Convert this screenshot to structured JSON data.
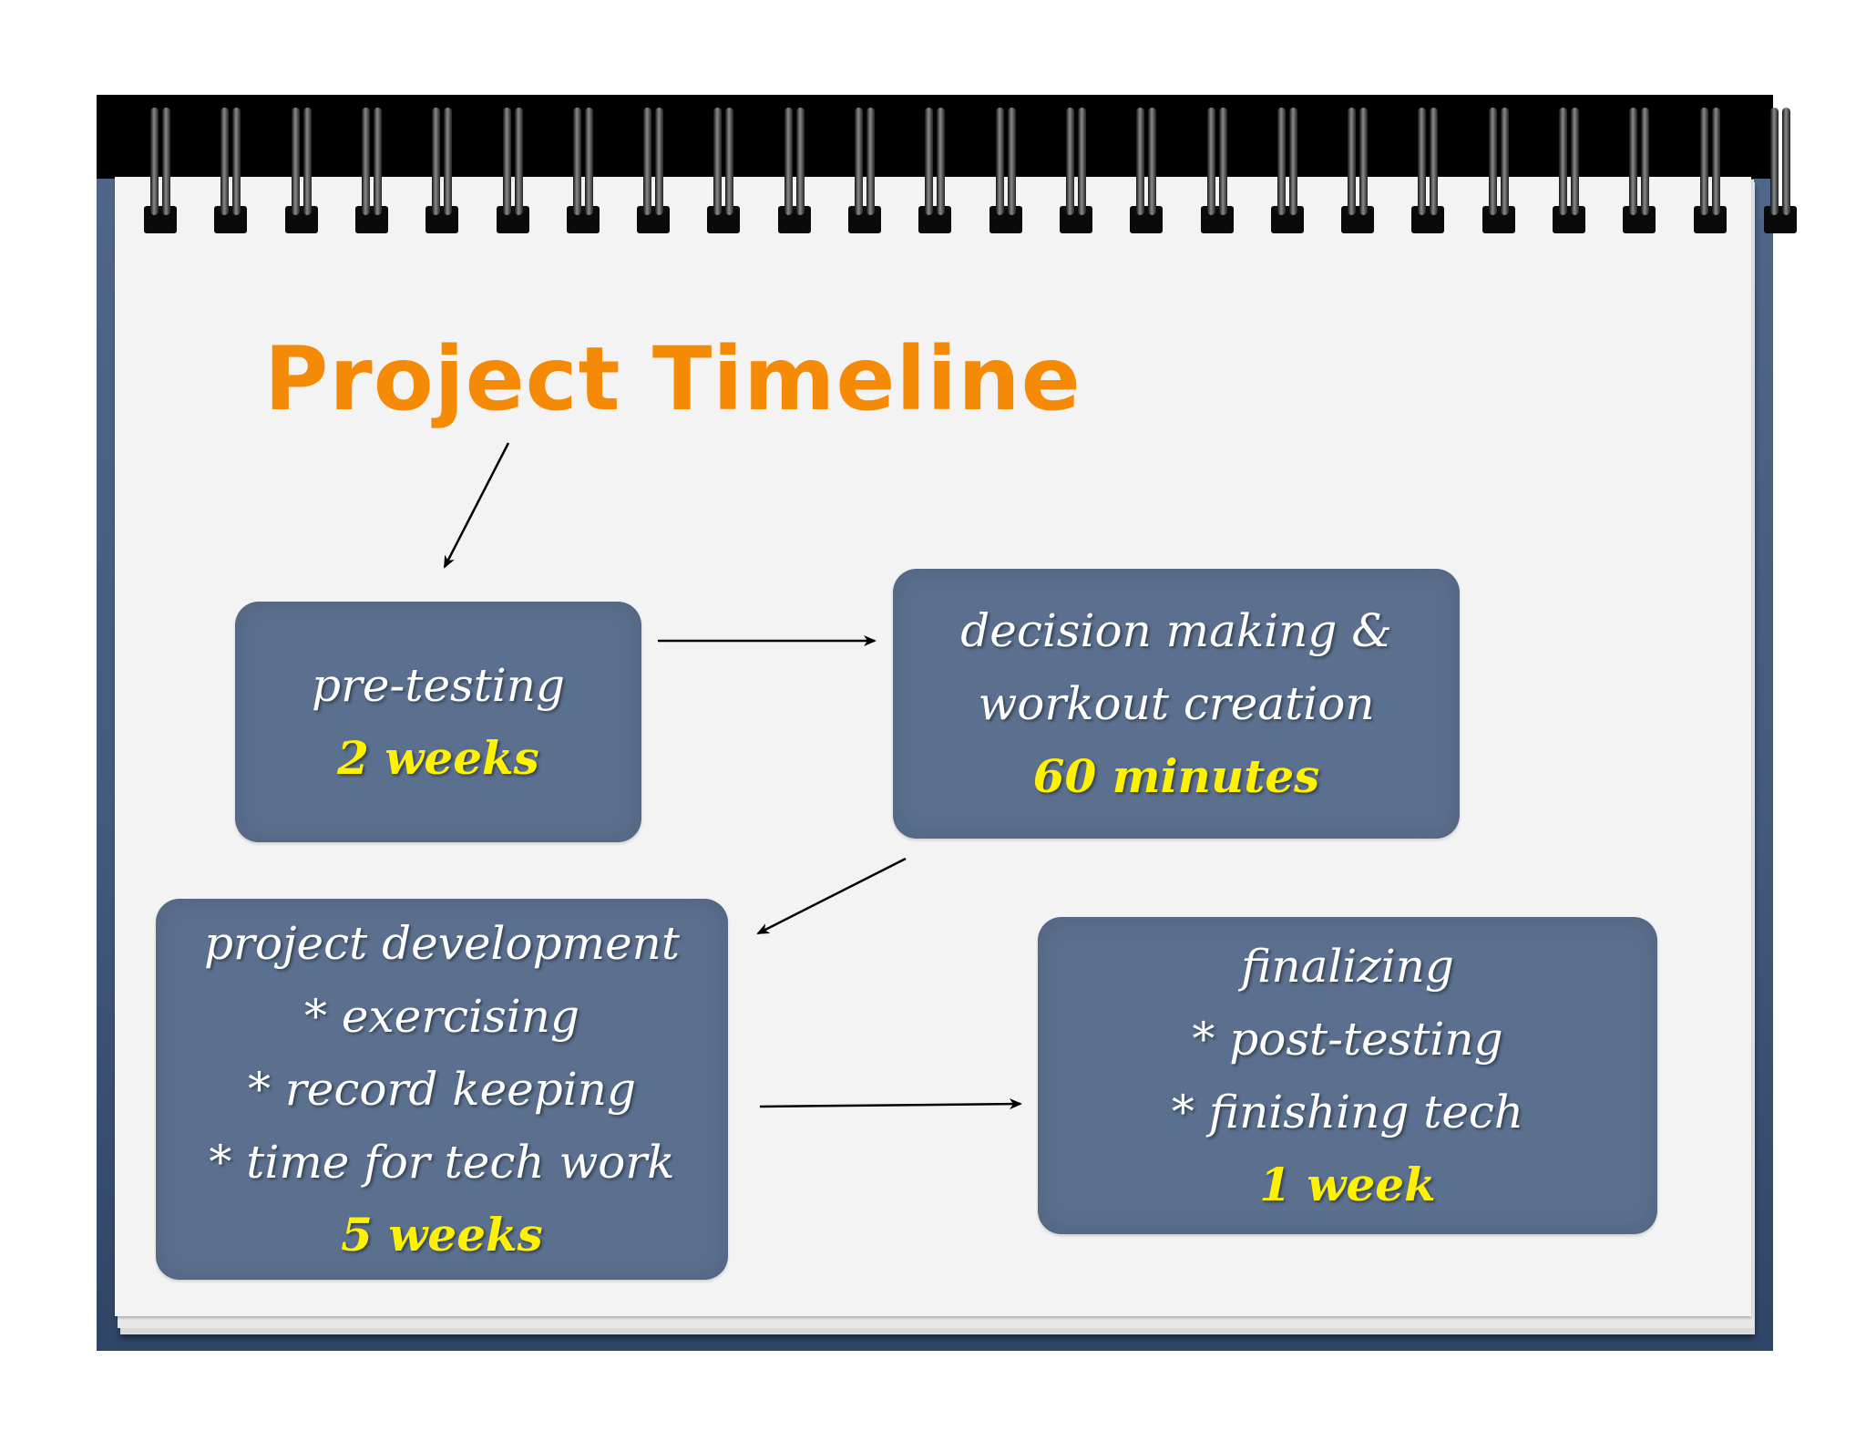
{
  "title": "Project Timeline",
  "steps": [
    {
      "id": "pre-testing",
      "lines": [
        "pre-testing"
      ],
      "duration": "2 weeks"
    },
    {
      "id": "decision",
      "lines": [
        "decision making &",
        "workout creation"
      ],
      "duration": "60 minutes"
    },
    {
      "id": "development",
      "lines": [
        "project development",
        "* exercising",
        "* record keeping",
        "* time for tech work"
      ],
      "duration": "5 weeks"
    },
    {
      "id": "finalizing",
      "lines": [
        "finalizing",
        "* post-testing",
        "* finishing tech"
      ],
      "duration": "1 week"
    }
  ],
  "colors": {
    "title": "#f58a07",
    "box": "#5b708f",
    "duration": "#fff200",
    "box_text": "#ffffff",
    "frame": "#51688a"
  }
}
